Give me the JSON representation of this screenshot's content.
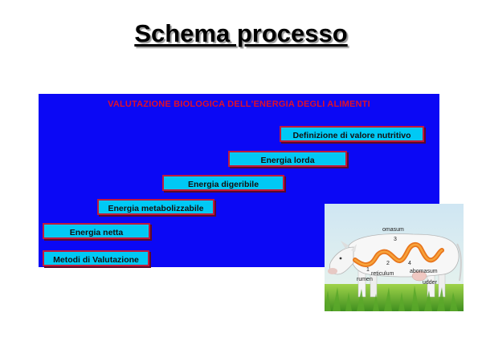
{
  "slide": {
    "title": "Schema processo"
  },
  "panel": {
    "title": "VALUTAZIONE BIOLOGICA DELL'ENERGIA DEGLI ALIMENTI",
    "background_color": "#0b08f5",
    "steps": [
      {
        "label": "Definizione di valore nutritivo"
      },
      {
        "label": "Energia lorda"
      },
      {
        "label": "Energia digeribile"
      },
      {
        "label": "Energia metabolizzabile"
      },
      {
        "label": "Energia netta"
      },
      {
        "label": "Metodi di Valutazione"
      }
    ],
    "step_fill_color": "#00c9f5",
    "step_border_color": "#c21a3a",
    "title_color": "#e0102a"
  },
  "cow_image": {
    "labels": {
      "omasum": "omasum",
      "reticulum": "reticulum",
      "abomasum": "abomasum",
      "rumen": "rumen",
      "udder": "udder",
      "n1": "1",
      "n2": "2",
      "n3": "3",
      "n4": "4"
    }
  }
}
